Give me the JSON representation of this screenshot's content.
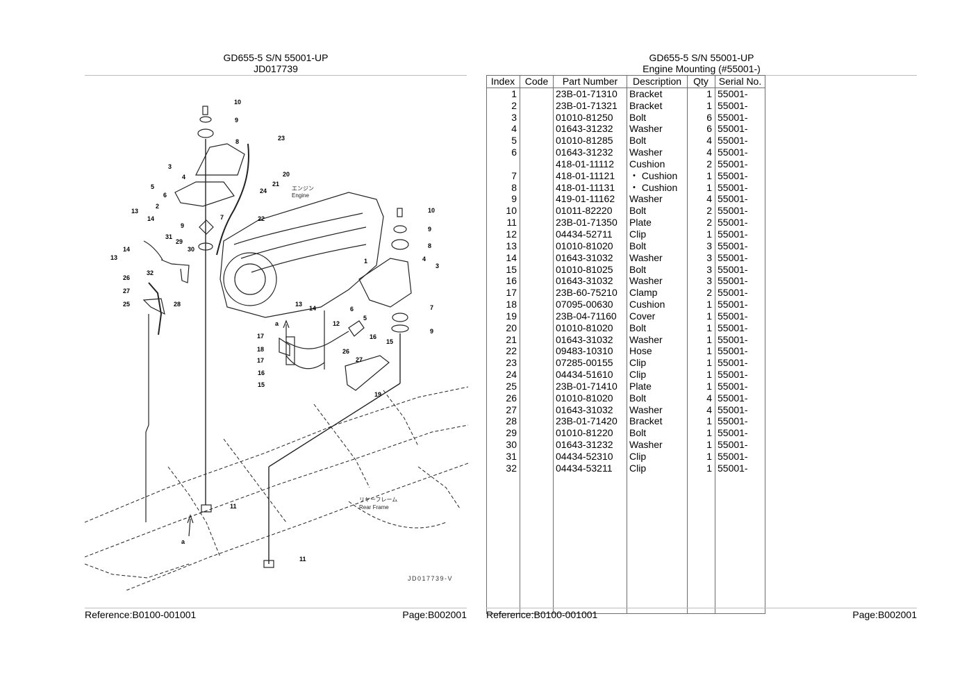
{
  "left": {
    "title_line1": "GD655-5 S/N 55001-UP",
    "title_line2": "JD017739",
    "reference": "Reference:B0100-001001",
    "page": "Page:B002001",
    "diagram": {
      "label_engine_jp": "エンジン",
      "label_engine_en": "Engine",
      "label_frame_jp": "リヤーフレーム",
      "label_frame_en": "Rear Frame",
      "drawing_code": "JD017739-V",
      "callouts": [
        "10",
        "9",
        "8",
        "23",
        "3",
        "4",
        "20",
        "21",
        "5",
        "6",
        "24",
        "2",
        "22",
        "13",
        "14",
        "7",
        "9",
        "31",
        "29",
        "14",
        "30",
        "13",
        "32",
        "26",
        "27",
        "28",
        "25",
        "10",
        "9",
        "8",
        "1",
        "4",
        "3",
        "7",
        "6",
        "5",
        "13",
        "14",
        "9",
        "a",
        "12",
        "17",
        "16",
        "15",
        "18",
        "26",
        "27",
        "17",
        "16",
        "15",
        "19",
        "11",
        "a",
        "11"
      ]
    }
  },
  "right": {
    "title_line1": "GD655-5 S/N 55001-UP",
    "title_line2": "Engine Mounting (#55001-)",
    "reference": "Reference:B0100-001001",
    "page": "Page:B002001",
    "table": {
      "headers": [
        "Index",
        "Code",
        "Part Number",
        "Description",
        "Qty",
        "Serial No."
      ],
      "rows": [
        [
          "1",
          "",
          "23B-01-71310",
          "Bracket",
          "1",
          "55001-"
        ],
        [
          "2",
          "",
          "23B-01-71321",
          "Bracket",
          "1",
          "55001-"
        ],
        [
          "3",
          "",
          "01010-81250",
          "Bolt",
          "6",
          "55001-"
        ],
        [
          "4",
          "",
          "01643-31232",
          "Washer",
          "6",
          "55001-"
        ],
        [
          "5",
          "",
          "01010-81285",
          "Bolt",
          "4",
          "55001-"
        ],
        [
          "6",
          "",
          "01643-31232",
          "Washer",
          "4",
          "55001-"
        ],
        [
          "",
          "",
          "418-01-11112",
          "Cushion",
          "2",
          "55001-"
        ],
        [
          "7",
          "",
          "418-01-11121",
          "・ Cushion",
          "1",
          "55001-"
        ],
        [
          "8",
          "",
          "418-01-11131",
          "・ Cushion",
          "1",
          "55001-"
        ],
        [
          "9",
          "",
          "419-01-11162",
          "Washer",
          "4",
          "55001-"
        ],
        [
          "10",
          "",
          "01011-82220",
          "Bolt",
          "2",
          "55001-"
        ],
        [
          "11",
          "",
          "23B-01-71350",
          "Plate",
          "2",
          "55001-"
        ],
        [
          "12",
          "",
          "04434-52711",
          "Clip",
          "1",
          "55001-"
        ],
        [
          "13",
          "",
          "01010-81020",
          "Bolt",
          "3",
          "55001-"
        ],
        [
          "14",
          "",
          "01643-31032",
          "Washer",
          "3",
          "55001-"
        ],
        [
          "15",
          "",
          "01010-81025",
          "Bolt",
          "3",
          "55001-"
        ],
        [
          "16",
          "",
          "01643-31032",
          "Washer",
          "3",
          "55001-"
        ],
        [
          "17",
          "",
          "23B-60-75210",
          "Clamp",
          "2",
          "55001-"
        ],
        [
          "18",
          "",
          "07095-00630",
          "Cushion",
          "1",
          "55001-"
        ],
        [
          "19",
          "",
          "23B-04-71160",
          "Cover",
          "1",
          "55001-"
        ],
        [
          "20",
          "",
          "01010-81020",
          "Bolt",
          "1",
          "55001-"
        ],
        [
          "21",
          "",
          "01643-31032",
          "Washer",
          "1",
          "55001-"
        ],
        [
          "22",
          "",
          "09483-10310",
          "Hose",
          "1",
          "55001-"
        ],
        [
          "23",
          "",
          "07285-00155",
          "Clip",
          "1",
          "55001-"
        ],
        [
          "24",
          "",
          "04434-51610",
          "Clip",
          "1",
          "55001-"
        ],
        [
          "25",
          "",
          "23B-01-71410",
          "Plate",
          "1",
          "55001-"
        ],
        [
          "26",
          "",
          "01010-81020",
          "Bolt",
          "4",
          "55001-"
        ],
        [
          "27",
          "",
          "01643-31032",
          "Washer",
          "4",
          "55001-"
        ],
        [
          "28",
          "",
          "23B-01-71420",
          "Bracket",
          "1",
          "55001-"
        ],
        [
          "29",
          "",
          "01010-81220",
          "Bolt",
          "1",
          "55001-"
        ],
        [
          "30",
          "",
          "01643-31232",
          "Washer",
          "1",
          "55001-"
        ],
        [
          "31",
          "",
          "04434-52310",
          "Clip",
          "1",
          "55001-"
        ],
        [
          "32",
          "",
          "04434-53211",
          "Clip",
          "1",
          "55001-"
        ]
      ]
    }
  }
}
